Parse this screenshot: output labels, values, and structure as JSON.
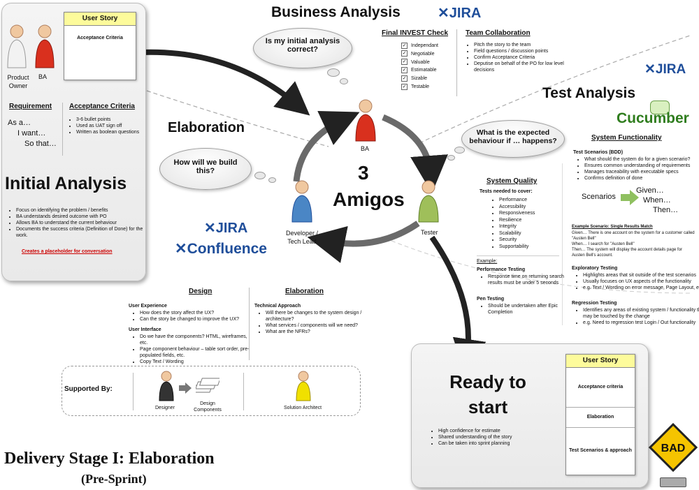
{
  "title": "Delivery Stage I: Elaboration",
  "subtitle": "(Pre-Sprint)",
  "initial": {
    "roles": [
      "Product Owner",
      "BA"
    ],
    "sticky_header": "User Story",
    "sticky_body": "Acceptance Criteria",
    "req_header": "Requirement",
    "req_lines": [
      "As a…",
      "I want…",
      "So that…"
    ],
    "ac_header": "Acceptance Criteria",
    "ac_items": [
      "3-6 bullet points",
      "Used as UAT sign off",
      "Written as boolean questions"
    ],
    "heading": "Initial Analysis",
    "bullets": [
      "Focus on identifying the problem / benefits",
      "BA understands desired outcome with PO",
      "Allows BA to understand the current behaviour",
      "Documents the success criteria (Definition of Done) for the work."
    ],
    "link": "Creates a placeholder for conversation"
  },
  "business": {
    "heading": "Business Analysis",
    "jira": "JIRA",
    "cloud": "Is my initial analysis correct?",
    "invest_header": "Final INVEST Check",
    "invest_items": [
      "Independant",
      "Negotiable",
      "Valuable",
      "Estimatable",
      "Sizable",
      "Testable"
    ],
    "team_header": "Team Collaboration",
    "team_items": [
      "Pitch the story to the team",
      "Field questions / discussion points",
      "Confirm Acceptance Criteria",
      "Deputise on behalf of the PO for low level decisions"
    ]
  },
  "center": {
    "big_a": "3",
    "big_b": "Amigos",
    "ba": "BA",
    "dev": "Developer / Tech Lead",
    "tester": "Tester"
  },
  "elaboration": {
    "heading": "Elaboration",
    "cloud": "How will we build this?",
    "jira": "JIRA",
    "confluence": "Confluence",
    "design_header": "Design",
    "ux_header": "User Experience",
    "ux_items": [
      "How does the story affect the UX?",
      "Can the story be changed to improve the UX?"
    ],
    "ui_header": "User Interface",
    "ui_items": [
      "Do we have the components? HTML, wireframes, etc.",
      "Page component behaviour – table sort order, pre-populated fields, etc.",
      "Copy Text / Wording"
    ],
    "elab_header": "Elaboration",
    "tech_header": "Technical Approach",
    "tech_items": [
      "Will there be changes to the system design / architecture?",
      "What services / components will we need?",
      "What are the NFRs?"
    ]
  },
  "supported": {
    "label": "Supported By:",
    "designer": "Designer",
    "components": "Design Components",
    "architect": "Solution Architect"
  },
  "test": {
    "heading": "Test Analysis",
    "jira": "JIRA",
    "cucumber": "Cucumber",
    "cloud": "What is the expected behaviour if … happens?",
    "sf_header": "System Functionality",
    "bdd_header": "Test Scenarios (BDD)",
    "bdd_items": [
      "What should the system do for a given scenario?",
      "Ensures common understanding of requirements",
      "Manages traceability with executable specs",
      "Confirms definition of done"
    ],
    "scenarios": "Scenarios",
    "gwt": [
      "Given…",
      "When…",
      "Then…"
    ],
    "example_header": "Example Scenario: Single Results Match",
    "example_lines": [
      "Given… There is one account on the system for a customer called \"Austen Bell\"",
      "When… I search for \"Austen Bell\"",
      "Then… The system will display the account details page for Austen Bell's account."
    ],
    "exp_header": "Exploratory Testing",
    "exp_items": [
      "Highlights areas that sit outside of the test scenarios",
      "Usually focuses on UX aspects of the functionality",
      "e.g. Text / Wording on error message, Page Layout, etc."
    ],
    "reg_header": "Regression Testing",
    "reg_items": [
      "Identifies any areas of existing system / functionality that may be touched by the change",
      "e.g. Need to regression test Login / Out functionality"
    ]
  },
  "quality": {
    "header": "System Quality",
    "sub": "Tests needed to cover:",
    "items": [
      "Performance",
      "Accessibility",
      "Responsiveness",
      "Resilience",
      "Integrity",
      "Scalability",
      "Security",
      "Supportability"
    ],
    "example": "Example:",
    "perf_header": "Performance Testing",
    "perf_items": [
      "Response time on returning search results must be under 5 seconds"
    ],
    "pen_header": "Pen Testing",
    "pen_items": [
      "Should be undertaken after Epic Completion"
    ]
  },
  "ready": {
    "heading_a": "Ready to",
    "heading_b": "start",
    "bullets": [
      "High confidence for estimate",
      "Shared understanding of the story",
      "Can be taken into sprint planning"
    ],
    "sticky_header": "User Story",
    "sections": [
      "Acceptance criteria",
      "Elaboration",
      "Test Scenarios & approach"
    ]
  },
  "badge": "BAD",
  "colors": {
    "ba": "#d9301e",
    "dev": "#4a86c5",
    "tester": "#9fbf5a",
    "architect": "#f0e000",
    "designer": "#333333",
    "sticky": "#fdfb9b",
    "link": "#cc0000",
    "jira": "#1f4e9a",
    "cucumber": "#2f7d1e"
  }
}
